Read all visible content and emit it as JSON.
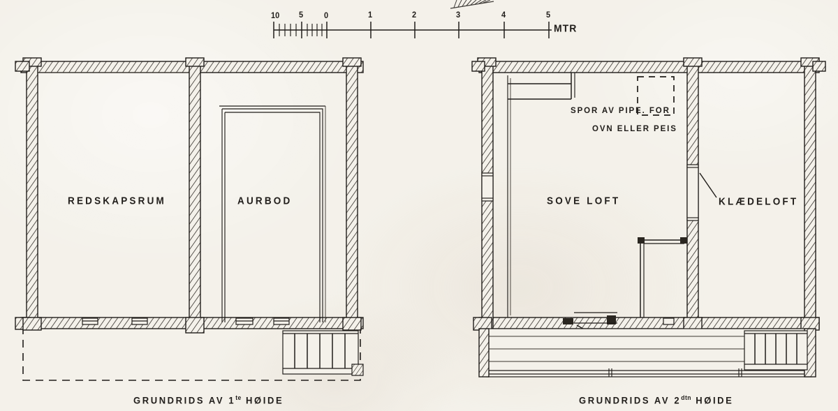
{
  "drawing": {
    "kind": "architectural-floor-plan",
    "ink_color": "#201d1a",
    "paper_color": "#f4f1ea"
  },
  "scale_bar": {
    "unit_label": "MTR",
    "tick_labels": [
      "10",
      "5",
      "0",
      "1",
      "2",
      "3",
      "4",
      "5"
    ],
    "major_labels": [
      "0",
      "1",
      "2",
      "3",
      "4",
      "5"
    ],
    "subdivision_labels": [
      "10",
      "5"
    ]
  },
  "plans": [
    {
      "id": "plan-first-floor",
      "caption_prefix": "GRUNDRIDS AV ",
      "caption_number": "1",
      "caption_ordinal": "te",
      "caption_suffix": " HØIDE",
      "caption_full": "GRUNDRIDS AV 1te HØIDE",
      "rooms": [
        {
          "id": "room-redskapsrum",
          "label": "REDSKAPSRUM"
        },
        {
          "id": "room-aurbod",
          "label": "AURBOD"
        }
      ]
    },
    {
      "id": "plan-second-floor",
      "caption_prefix": "GRUNDRIDS AV ",
      "caption_number": "2",
      "caption_ordinal": "dtn",
      "caption_suffix": " HØIDE",
      "caption_full": "GRUNDRIDS AV 2dtn HØIDE",
      "rooms": [
        {
          "id": "room-sove-loft",
          "label": "SOVE LOFT"
        },
        {
          "id": "room-klaedeloft",
          "label": "KLÆDELOFT"
        }
      ],
      "annotations": [
        {
          "id": "note-chimney-line1",
          "text": "SPOR AV PIPE. FOR"
        },
        {
          "id": "note-chimney-line2",
          "text": "OVN ELLER PEIS"
        }
      ]
    }
  ]
}
